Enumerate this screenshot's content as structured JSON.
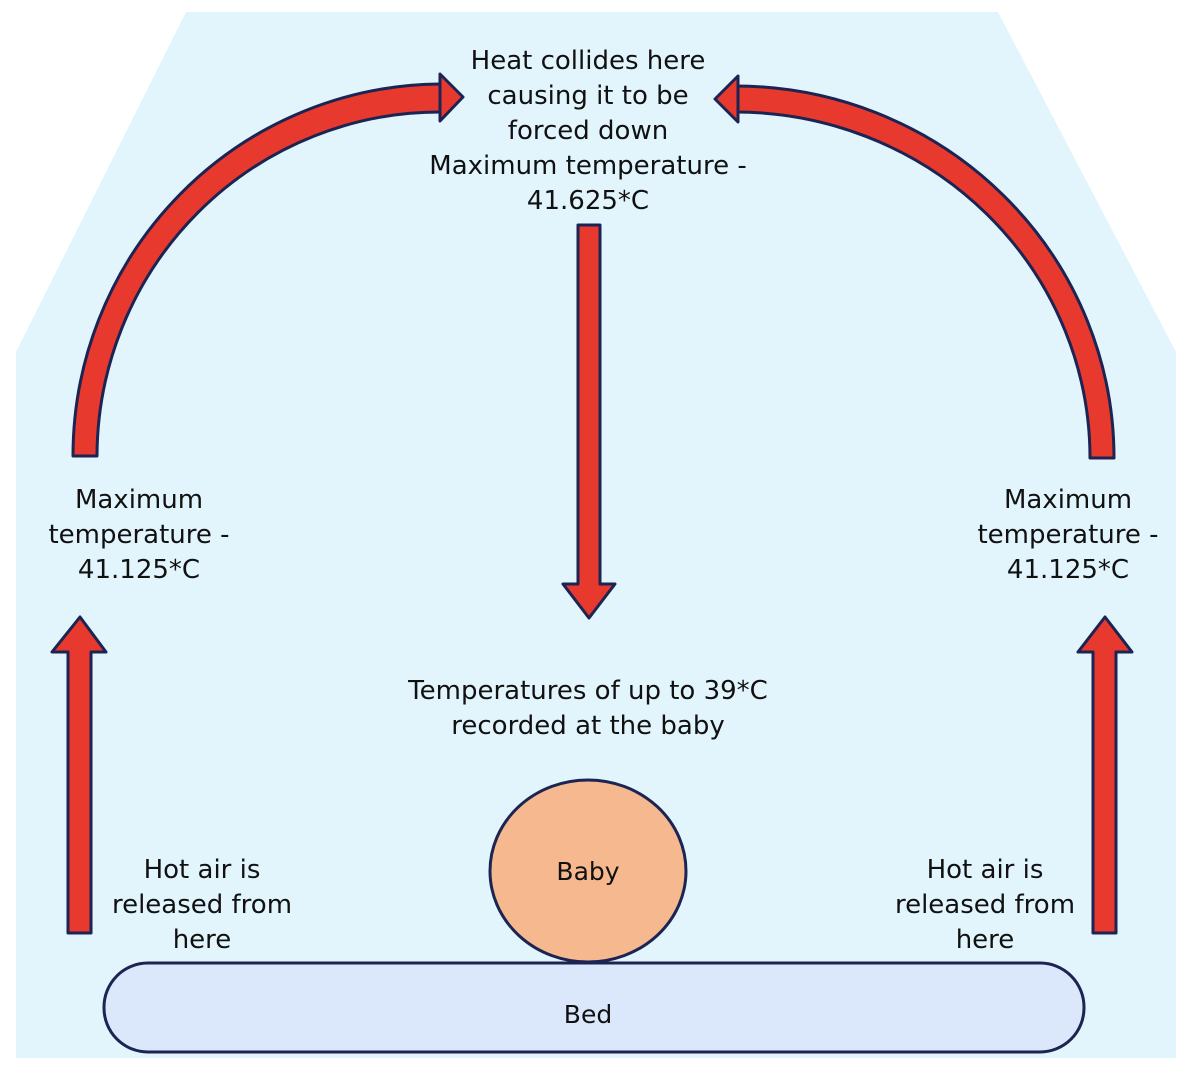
{
  "colors": {
    "enclosure_fill": "#e2f5fd",
    "arrow_fill": "#e8392f",
    "arrow_stroke": "#1b2452",
    "baby_fill": "#f5b88f",
    "bed_fill": "#dbe8fc"
  },
  "labels": {
    "top": [
      "Heat collides here",
      "causing it to be",
      "forced down",
      "Maximum temperature -",
      "41.625*C"
    ],
    "left_max": [
      "Maximum",
      "temperature -",
      "41.125*C"
    ],
    "right_max": [
      "Maximum",
      "temperature -",
      "41.125*C"
    ],
    "baby_temp": [
      "Temperatures of up to 39*C",
      "recorded at the baby"
    ],
    "left_release": [
      "Hot air is",
      "released from",
      "here"
    ],
    "right_release": [
      "Hot air is",
      "released from",
      "here"
    ]
  },
  "shapes": {
    "baby": "Baby",
    "bed": "Bed"
  }
}
